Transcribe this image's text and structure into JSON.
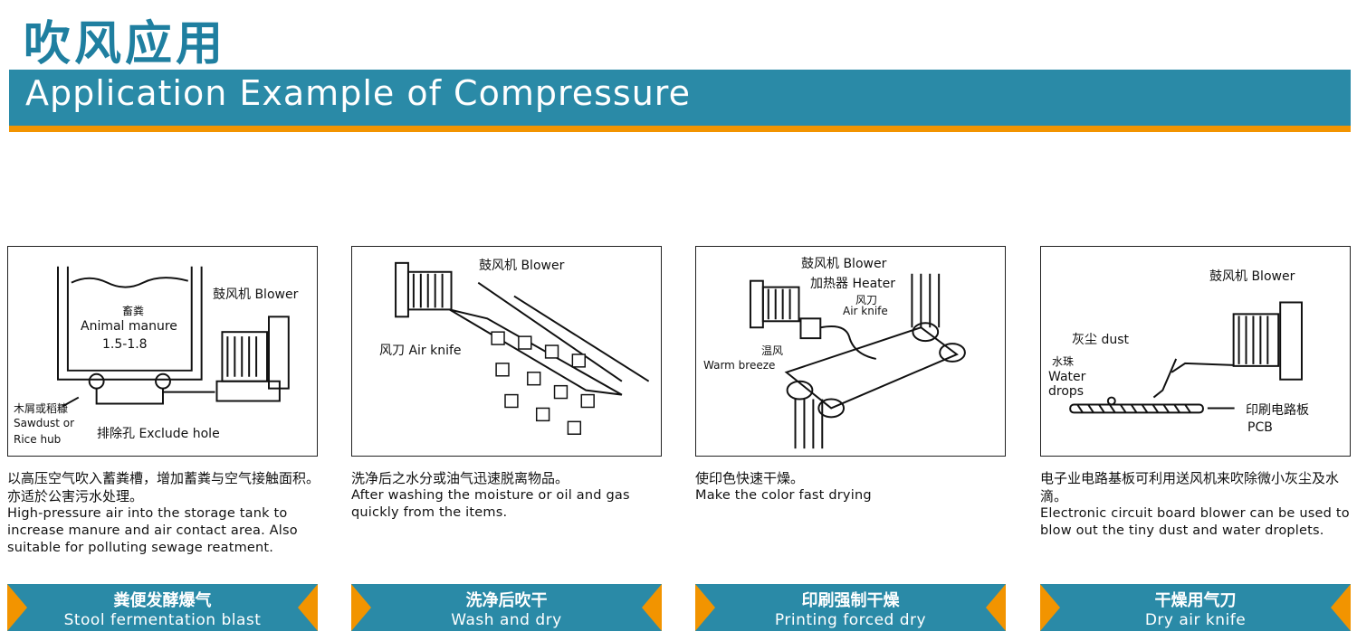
{
  "header": {
    "title_cn": "吹风应用",
    "title_en": "Application Example of Compressure"
  },
  "colors": {
    "accent_blue": "#2a8aa7",
    "accent_orange": "#f29400",
    "title_blue": "#1f7fa0"
  },
  "cards": [
    {
      "labels": {
        "blower": "鼓风机 Blower",
        "manure_cn": "畜粪",
        "manure_en": "Animal manure",
        "depth": "1.5-1.8",
        "sawdust_cn": "木屑或稻糠",
        "sawdust_en1": "Sawdust or",
        "sawdust_en2": "Rice hub",
        "exclude": "排除孔 Exclude hole"
      },
      "desc_cn": "以高压空气吹入蓄粪槽，增加蓄粪与空气接触面积。亦适於公害污水处理。",
      "desc_en": "High-pressure air into the storage tank to increase manure and air contact area. Also suitable for polluting sewage reatment.",
      "tag_cn": "粪便发酵爆气",
      "tag_en": "Stool fermentation blast"
    },
    {
      "labels": {
        "blower": "鼓风机 Blower",
        "airknife": "风刀 Air knife"
      },
      "desc_cn": "洗净后之水分或油气迅速脱离物品。",
      "desc_en": "After washing the moisture or oil and gas quickly from the items.",
      "tag_cn": "洗净后吹干",
      "tag_en": "Wash and dry"
    },
    {
      "labels": {
        "blower": "鼓风机 Blower",
        "heater": "加热器 Heater",
        "airknife_cn": "风刀",
        "airknife_en": "Air knife",
        "warm_cn": "温风",
        "warm_en": "Warm breeze"
      },
      "desc_cn": "使印色快速干燥。",
      "desc_en": "Make the color fast drying",
      "tag_cn": "印刷强制干燥",
      "tag_en": "Printing forced dry"
    },
    {
      "labels": {
        "blower": "鼓风机 Blower",
        "dust": "灰尘 dust",
        "water_cn": "水珠",
        "water_en1": "Water",
        "water_en2": "drops",
        "pcb_cn": "印刷电路板",
        "pcb_en": "PCB"
      },
      "desc_cn": "电子业电路基板可利用送风机来吹除微小灰尘及水滴。",
      "desc_en": "Electronic circuit board blower can be used to blow out the tiny dust and water droplets.",
      "tag_cn": "干燥用气刀",
      "tag_en": "Dry air knife"
    }
  ]
}
